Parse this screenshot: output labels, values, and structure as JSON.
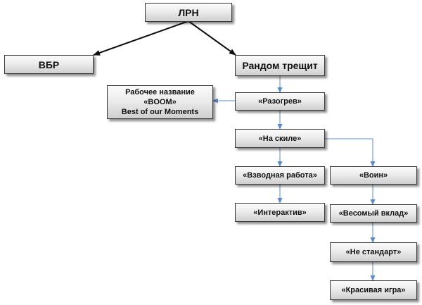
{
  "nodes": {
    "lrn": "ЛРН",
    "vbr": "ВБР",
    "random": "Рандом трещит",
    "boom": {
      "line1": "Рабочее название",
      "line2": "«BOOM»",
      "line3": "Best of our Moments"
    },
    "razogrev": "«Разогрев»",
    "na_skile": "«На скиле»",
    "vzvodnaya": "«Взводная работа»",
    "voin": "«Воин»",
    "interaktiv": "«Интерактив»",
    "vesomyi": "«Весомый вклад»",
    "ne_standart": "«Не стандарт»",
    "krasivaya": "«Красивая игра»"
  },
  "colors": {
    "strong_arrow": "#111111",
    "flow_arrow": "#5b8ac8",
    "node_border": "#3a3a3a"
  }
}
